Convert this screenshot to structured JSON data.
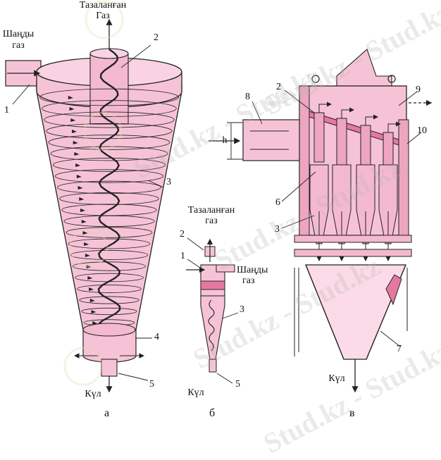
{
  "labels": {
    "a_clean_gas_1": "Тазаланған",
    "a_clean_gas_2": "Газ",
    "a_dusty_gas_1": "Шаңды",
    "a_dusty_gas_2": "газ",
    "a_dust": "Күл",
    "b_clean_gas_1": "Тазаланған",
    "b_clean_gas_2": "газ",
    "b_dusty_gas_1": "Шаңды",
    "b_dusty_gas_2": "газ",
    "b_dust": "Күл",
    "c_dust": "Күл",
    "c_h": "h"
  },
  "numbers": {
    "a1": "1",
    "a2": "2",
    "a3": "3",
    "a4": "4",
    "a5": "5",
    "b1": "1",
    "b2": "2",
    "b3": "3",
    "b5": "5",
    "c2": "2",
    "c3": "3",
    "c6": "6",
    "c7": "7",
    "c8": "8",
    "c9": "9",
    "c10": "10"
  },
  "captions": {
    "a": "а",
    "b": "б",
    "c": "в"
  },
  "watermark": "Stud.kz - Stud.kz",
  "colors": {
    "fill": "#f6c3d6",
    "fill_dark": "#eea5c0",
    "stroke": "#222222"
  }
}
